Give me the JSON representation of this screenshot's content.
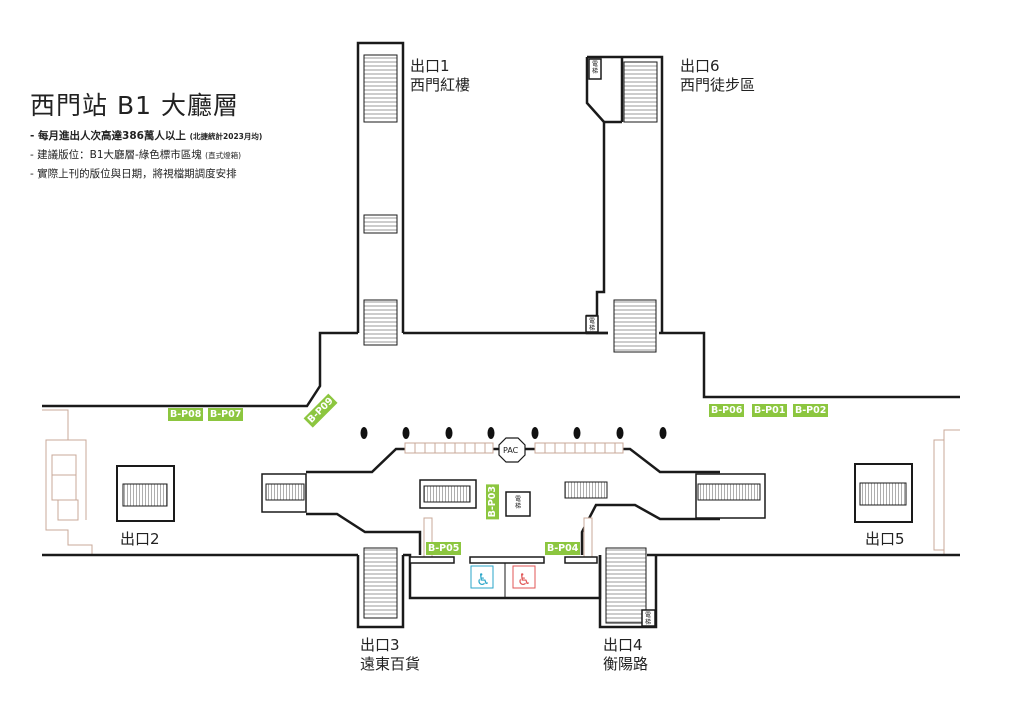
{
  "title": "西門站 B1 大廳層",
  "notes": [
    {
      "text": "- 每月進出人次高達386萬人以上",
      "small": "(北捷統計2023月均)"
    },
    {
      "text": "- 建議版位：B1大廳層-綠色標市區塊",
      "small": "(直式燈箱)"
    },
    {
      "text": "- 實際上刊的版位與日期，將視檔期調度安排",
      "small": ""
    }
  ],
  "exits": {
    "exit1": {
      "number": "出口1",
      "name": "西門紅樓"
    },
    "exit6": {
      "number": "出口6",
      "name": "西門徒步區"
    },
    "exit2": {
      "number": "出口2"
    },
    "exit5": {
      "number": "出口5"
    },
    "exit3": {
      "number": "出口3",
      "name": "遠東百貨"
    },
    "exit4": {
      "number": "出口4",
      "name": "衡陽路"
    }
  },
  "tags": {
    "p01": "B-P01",
    "p02": "B-P02",
    "p03": "B-P03",
    "p04": "B-P04",
    "p05": "B-P05",
    "p06": "B-P06",
    "p07": "B-P07",
    "p08": "B-P08",
    "p09": "B-P09"
  },
  "pac": "PAC",
  "elevator": "電梯",
  "colors": {
    "ad_green": "#8cc63f",
    "wall": "#1a1a1a",
    "stair": "#9a9a9a",
    "outline": "#c8a898",
    "toilet_male": "#2aa6c9",
    "toilet_female": "#e05555"
  },
  "icons": [
    "wheelchair-accessible-icon",
    "female-toilet-icon",
    "escalator-icon",
    "stairs-icon"
  ]
}
